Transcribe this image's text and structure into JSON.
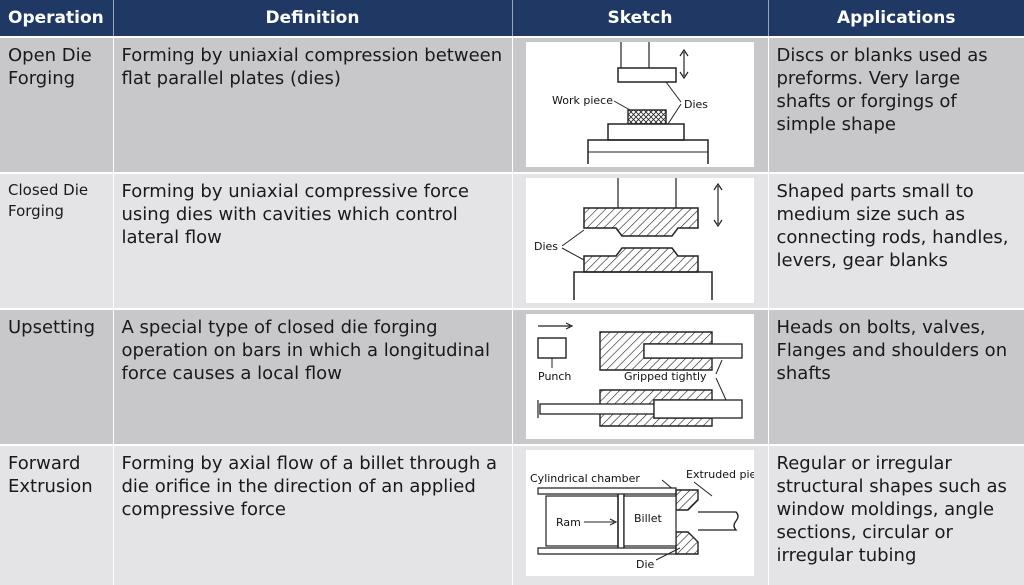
{
  "headers": {
    "operation": "Operation",
    "definition": "Definition",
    "sketch": "Sketch",
    "applications": "Applications"
  },
  "rows": [
    {
      "operation": "Open Die Forging",
      "definition": "Forming by uniaxial compression between flat parallel plates (dies)",
      "applications": "Discs or blanks used as preforms. Very large shafts or forgings of simple shape",
      "sketch_labels": [
        "Work piece",
        "Dies"
      ]
    },
    {
      "operation": "Closed Die Forging",
      "definition": "Forming by uniaxial compressive force using dies with cavities which control lateral flow",
      "applications": "Shaped parts small to medium size such as connecting rods, handles, levers, gear blanks",
      "sketch_labels": [
        "Dies"
      ]
    },
    {
      "operation": "Upsetting",
      "definition": "A special type of closed die forging operation on bars in which a longitudinal force causes a local flow",
      "applications": "Heads on bolts, valves, Flanges and shoulders on shafts",
      "sketch_labels": [
        "Punch",
        "Gripped tightly"
      ]
    },
    {
      "operation": "Forward Extrusion",
      "definition": "Forming by axial flow of a billet through a die orifice in the direction of an applied compressive force",
      "applications": "Regular or irregular structural shapes such as window moldings, angle sections, circular or irregular tubing",
      "sketch_labels": [
        "Cylindrical chamber",
        "Extruded piece",
        "Ram",
        "Billet",
        "Die"
      ]
    }
  ]
}
